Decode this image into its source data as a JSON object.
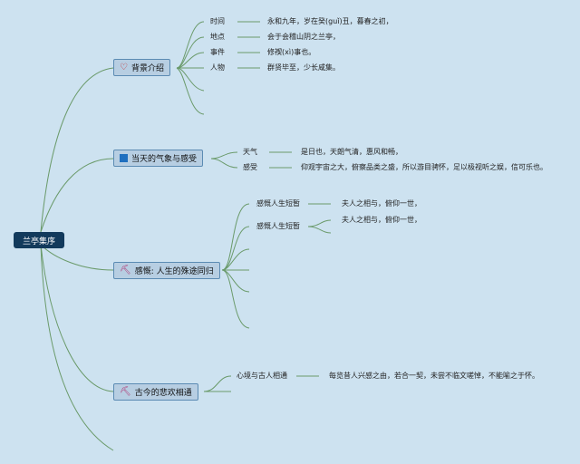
{
  "root": {
    "label": "兰亭集序"
  },
  "branches": [
    {
      "label": "背景介绍",
      "icon": "heart-icon",
      "items": [
        {
          "key": "时间",
          "value": "永和九年，岁在癸(guǐ)丑，暮春之初，"
        },
        {
          "key": "地点",
          "value": "会于会稽山阴之兰亭，"
        },
        {
          "key": "事件",
          "value": "修禊(xì)事也。"
        },
        {
          "key": "人物",
          "value": "群贤毕至，少长咸集。"
        }
      ]
    },
    {
      "label": "当天的气象与感受",
      "icon": "flag-icon",
      "items": [
        {
          "key": "天气",
          "value": "是日也，天朗气清，惠风和畅，"
        },
        {
          "key": "感受",
          "value": "仰观宇宙之大，俯察品类之盛，所以游目骋怀，足以极视听之娱，信可乐也。"
        }
      ]
    },
    {
      "label": "感慨: 人生的殊途同归",
      "icon": "pickaxe-icon",
      "items": [
        {
          "key": "感慨人生短暂",
          "value": "夫人之相与，俯仰一世，"
        },
        {
          "key": "感慨人生短暂",
          "value": "夫人之相与，俯仰一世，"
        }
      ]
    },
    {
      "label": "古今的悲欢相通",
      "icon": "pickaxe-icon",
      "items": [
        {
          "key": "心境与古人相通",
          "value": "每览昔人兴感之由，若合一契，未尝不临文嗟悼，不能喻之于怀。"
        }
      ]
    }
  ],
  "colors": {
    "background": "#cde2f0",
    "line": "#6a9a6a",
    "root": "#123a5c",
    "branch_fill": "#b7cee2",
    "branch_border": "#5b8bb3"
  }
}
